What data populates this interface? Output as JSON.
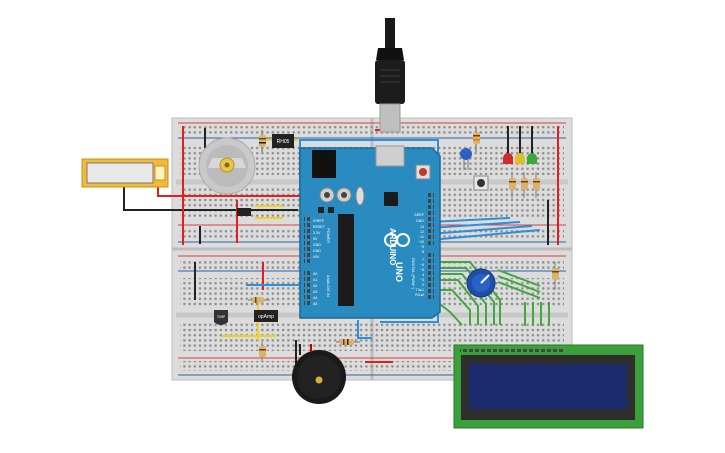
{
  "chips": {
    "dip_top_label": "RH05",
    "sensor_label": "TMP",
    "opamp_label": "opAmp"
  },
  "arduino": {
    "brand": "ARDUINO",
    "model": "UNO",
    "digital_label": "DIGITAL (PWM~)",
    "power_label": "POWER",
    "analog_label": "ANALOG IN",
    "aref_label": "AREF",
    "gnd_label": "GND",
    "pin_13": "13",
    "pin_12": "12",
    "pin_11": "~11",
    "pin_10": "~10",
    "pin_9": "~9",
    "pin_8": "8",
    "pin_7": "7",
    "pin_6": "~6",
    "pin_5": "~5",
    "pin_4": "4",
    "pin_3": "~3",
    "pin_2": "2",
    "pin_tx": "TX▸1",
    "pin_rx": "RX◂0",
    "pwr_ioref": "IOREF",
    "pwr_reset": "RESET",
    "pwr_33v": "3.3V",
    "pwr_5v": "5V",
    "pwr_gnd1": "GND",
    "pwr_gnd2": "GND",
    "pwr_vin": "VIN",
    "a0": "A0",
    "a1": "A1",
    "a2": "A2",
    "a3": "A3",
    "a4": "A4",
    "a5": "A5"
  },
  "colors": {
    "breadboard": "#dcdcdc",
    "rail_red": "#d94040",
    "rail_blue": "#2f5fa8",
    "arduino_blue": "#2a8bc0",
    "lcd_green": "#3aa03a",
    "lcd_screen": "#1a2a6a",
    "wire_blue": "#2e8fd8",
    "wire_green": "#3fa83f",
    "wire_yellow": "#f0d020",
    "wire_red": "#e02020",
    "wire_black": "#222222"
  },
  "icons": {
    "motor": "dc-motor-icon",
    "buzzer": "piezo-buzzer-icon",
    "potentiometer": "potentiometer-icon",
    "usb": "usb-cable-icon",
    "button": "pushbutton-icon",
    "battery": "battery-pack-icon"
  }
}
